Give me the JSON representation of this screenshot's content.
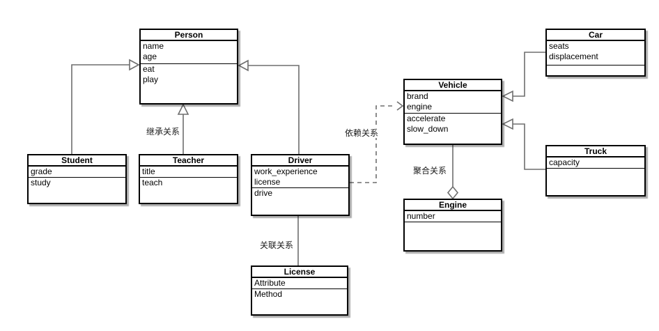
{
  "diagram": {
    "classes": [
      {
        "id": "person",
        "title": "Person",
        "attributes": [
          "name",
          "age"
        ],
        "methods": [
          "eat",
          "play"
        ]
      },
      {
        "id": "student",
        "title": "Student",
        "attributes": [
          "grade"
        ],
        "methods": [
          "study"
        ]
      },
      {
        "id": "teacher",
        "title": "Teacher",
        "attributes": [
          "title"
        ],
        "methods": [
          "teach"
        ]
      },
      {
        "id": "driver",
        "title": "Driver",
        "attributes": [
          "work_experience",
          "license"
        ],
        "methods": [
          "drive"
        ]
      },
      {
        "id": "license",
        "title": "License",
        "attributes": [
          "Attribute"
        ],
        "methods": [
          "Method"
        ]
      },
      {
        "id": "vehicle",
        "title": "Vehicle",
        "attributes": [
          "brand",
          "engine"
        ],
        "methods": [
          "accelerate",
          "slow_down"
        ]
      },
      {
        "id": "engine",
        "title": "Engine",
        "attributes": [
          "number"
        ],
        "methods": []
      },
      {
        "id": "car",
        "title": "Car",
        "attributes": [
          "seats",
          "displacement"
        ],
        "methods": []
      },
      {
        "id": "truck",
        "title": "Truck",
        "attributes": [
          "capacity"
        ],
        "methods": []
      }
    ],
    "edges": [
      {
        "from": "Student",
        "to": "Person",
        "type": "inheritance",
        "label": ""
      },
      {
        "from": "Teacher",
        "to": "Person",
        "type": "inheritance",
        "label": "继承关系"
      },
      {
        "from": "Driver",
        "to": "Person",
        "type": "inheritance",
        "label": ""
      },
      {
        "from": "Driver",
        "to": "License",
        "type": "association",
        "label": "关联关系"
      },
      {
        "from": "Driver",
        "to": "Vehicle",
        "type": "dependency",
        "label": "依赖关系"
      },
      {
        "from": "Vehicle",
        "to": "Engine",
        "type": "aggregation",
        "label": "聚合关系"
      },
      {
        "from": "Car",
        "to": "Vehicle",
        "type": "inheritance",
        "label": ""
      },
      {
        "from": "Truck",
        "to": "Vehicle",
        "type": "inheritance",
        "label": ""
      }
    ],
    "colors": {
      "box_border": "#000000",
      "edge": "#6e6e6e",
      "shadow": "#b3b3b3",
      "background": "#ffffff",
      "label_text": "#1a1a1a"
    }
  }
}
